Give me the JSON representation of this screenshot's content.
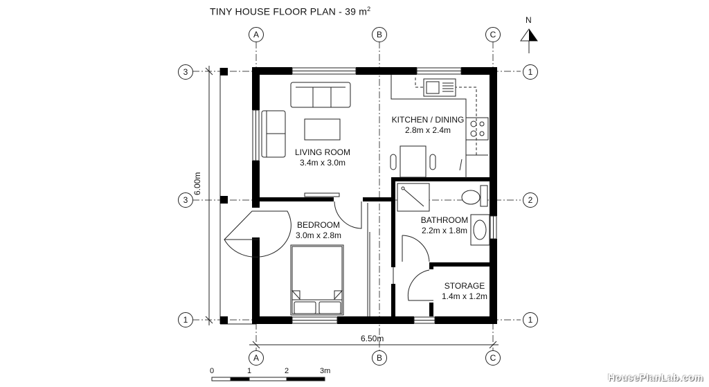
{
  "title": {
    "text": "TINY HOUSE FLOOR PLAN - 39 m",
    "superscript": "2"
  },
  "north_arrow": {
    "label": "N",
    "icon": "north-arrow-icon"
  },
  "grid_lines": {
    "columns": [
      "A",
      "B",
      "C"
    ],
    "rows_left": [
      "3",
      "3",
      "1"
    ],
    "rows_right": [
      "1",
      "2",
      "1"
    ]
  },
  "rooms": [
    {
      "name": "LIVING ROOM",
      "size": "3.4m x 3.0m"
    },
    {
      "name": "KITCHEN / DINING",
      "size": "2.8m x 2.4m"
    },
    {
      "name": "BEDROOM",
      "size": "3.0m x 2.8m"
    },
    {
      "name": "BATHROOM",
      "size": "2.2m x 1.8m"
    },
    {
      "name": "STORAGE",
      "size": "1.4m x 1.2m"
    }
  ],
  "dimensions": {
    "width": "6.50m",
    "depth": "6.00m"
  },
  "scale_bar": {
    "labels": [
      "0",
      "1",
      "2",
      "3m"
    ]
  },
  "watermark": "HousePlanLab.com",
  "colors": {
    "wall": "#000000",
    "line": "#222222",
    "background": "#ffffff"
  }
}
